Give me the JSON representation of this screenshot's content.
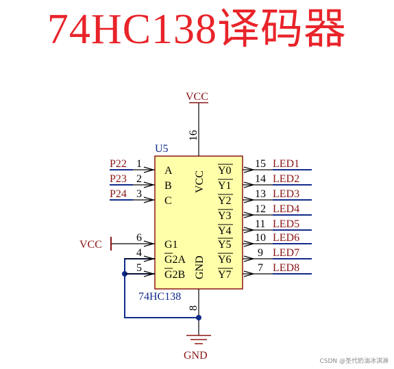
{
  "title": "74HC138译码器",
  "chip": {
    "ref": "U5",
    "part": "74HC138",
    "left_pins": [
      {
        "num": "1",
        "name": "A",
        "net": "P22"
      },
      {
        "num": "2",
        "name": "B",
        "net": "P23"
      },
      {
        "num": "3",
        "name": "C",
        "net": "P24"
      },
      {
        "num": "6",
        "name": "G1",
        "net": "VCC"
      },
      {
        "num": "4",
        "name": "G2A",
        "net": ""
      },
      {
        "num": "5",
        "name": "G2B",
        "net": ""
      }
    ],
    "right_pins": [
      {
        "num": "15",
        "name": "Y0",
        "net": "LED1"
      },
      {
        "num": "14",
        "name": "Y1",
        "net": "LED2"
      },
      {
        "num": "13",
        "name": "Y2",
        "net": "LED3"
      },
      {
        "num": "12",
        "name": "Y3",
        "net": "LED4"
      },
      {
        "num": "11",
        "name": "Y4",
        "net": "LED5"
      },
      {
        "num": "10",
        "name": "Y5",
        "net": "LED6"
      },
      {
        "num": "9",
        "name": "Y6",
        "net": "LED7"
      },
      {
        "num": "7",
        "name": "Y7",
        "net": "LED8"
      }
    ],
    "power_pin": {
      "num": "16",
      "name": "VCC",
      "net": "VCC"
    },
    "gnd_pin": {
      "num": "8",
      "name": "GND",
      "net": "GND"
    }
  },
  "watermark": "CSDN @圣代奶油冰淇淋",
  "colors": {
    "title": "#e8242a",
    "chip_fill": "#ffffaa",
    "wire": "#102a8a",
    "net_label": "#8a1414"
  }
}
